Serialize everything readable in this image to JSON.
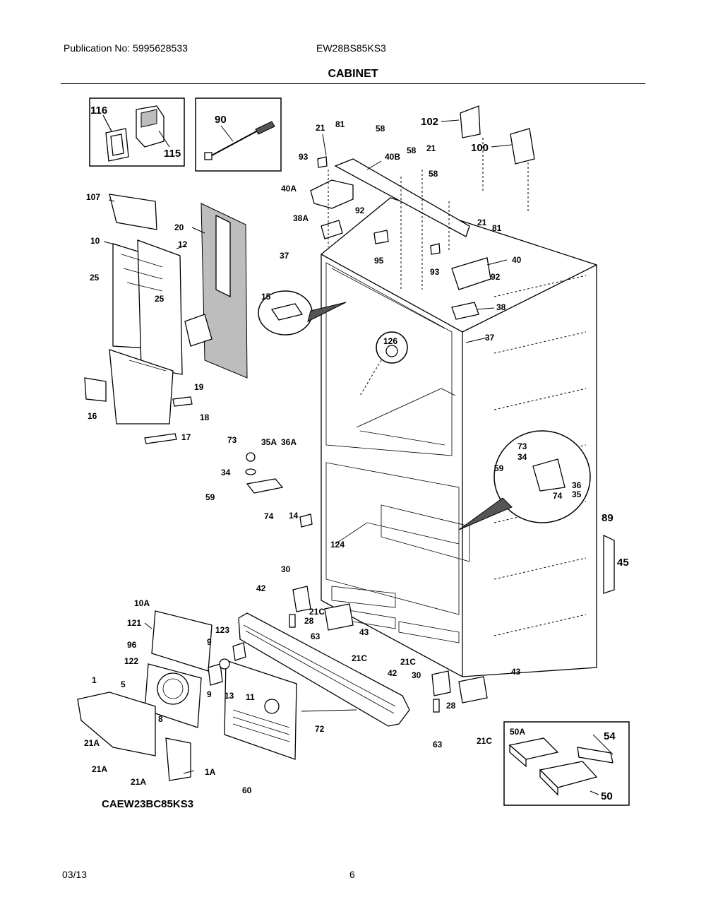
{
  "header": {
    "publication": "Publication No: 5995628533",
    "model": "EW28BS85KS3",
    "section_title": "CABINET"
  },
  "footer": {
    "date": "03/13",
    "page": "6"
  },
  "diagram": {
    "caption": "CAEW23BC85KS3",
    "part_labels": [
      "116",
      "115",
      "90",
      "21",
      "81",
      "58",
      "102",
      "100",
      "93",
      "40B",
      "58",
      "21",
      "58",
      "40A",
      "92",
      "38A",
      "107",
      "20",
      "10",
      "12",
      "25",
      "25",
      "37",
      "95",
      "93",
      "21",
      "81",
      "40",
      "92",
      "15",
      "38",
      "126",
      "37",
      "19",
      "16",
      "18",
      "17",
      "73",
      "35A",
      "36A",
      "34",
      "59",
      "74",
      "14",
      "73",
      "34",
      "59",
      "36",
      "35",
      "74",
      "89",
      "45",
      "124",
      "30",
      "42",
      "21C",
      "28",
      "63",
      "43",
      "21C",
      "10A",
      "121",
      "123",
      "96",
      "9",
      "122",
      "9",
      "13",
      "1",
      "5",
      "11",
      "8",
      "72",
      "21C",
      "42",
      "30",
      "43",
      "28",
      "63",
      "21C",
      "21A",
      "21A",
      "21A",
      "1A",
      "60",
      "50A",
      "54",
      "50"
    ]
  }
}
